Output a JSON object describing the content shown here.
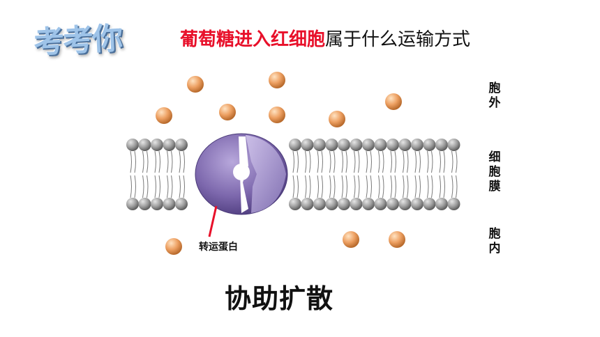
{
  "logo": {
    "text": "考考你"
  },
  "question": {
    "highlight": "葡萄糖进入红细胞",
    "rest": "属于什么运输方式"
  },
  "labels": {
    "outside": "胞外",
    "membrane": "细胞膜",
    "inside": "胞内",
    "protein": "转运蛋白"
  },
  "answer": "协助扩散",
  "colors": {
    "highlight": "#e8102a",
    "glucose": "#e89a55",
    "protein": "#8a76b8",
    "phospholipid_head": "#9a9a9a",
    "pointer": "#e8102a"
  }
}
